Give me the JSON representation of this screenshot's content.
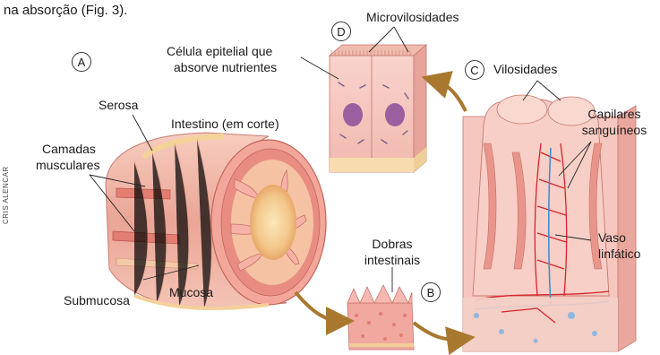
{
  "caption_fragment": "na absorção (Fig. 3).",
  "credit": "CRIS ALENCAR",
  "panels": {
    "a": "A",
    "b": "B",
    "c": "C",
    "d": "D"
  },
  "labels": {
    "serosa": "Serosa",
    "intestino": "Intestino (em corte)",
    "camadas_1": "Camadas",
    "camadas_2": "musculares",
    "submucosa": "Submucosa",
    "mucosa": "Mucosa",
    "celula_1": "Célula epitelial que",
    "celula_2": "absorve nutrientes",
    "microvilosidades": "Microvilosidades",
    "vilosidades": "Vilosidades",
    "capilares_1": "Capilares",
    "capilares_2": "sanguíneos",
    "vaso_1": "Vaso",
    "vaso_2": "linfático",
    "dobras_1": "Dobras",
    "dobras_2": "intestinais"
  },
  "colors": {
    "tissue": "#f2b8b0",
    "tissue_dark": "#d97b78",
    "fat": "#f6dfae",
    "arrow": "#a8782f",
    "blood": "#d8232a",
    "lymph": "#3f8fd0"
  }
}
